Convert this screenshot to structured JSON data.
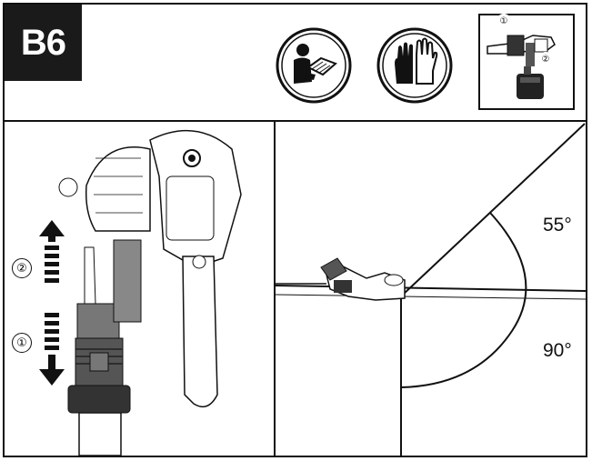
{
  "header": {
    "step_label": "B6",
    "icons": [
      {
        "name": "read-manual-icon"
      },
      {
        "name": "wear-gloves-icon"
      }
    ],
    "thumbnail": {
      "markers": [
        "①",
        "②"
      ]
    }
  },
  "left_panel": {
    "arrow_up_label": "②",
    "arrow_down_label": "①"
  },
  "right_panel": {
    "angle_top": "55°",
    "angle_bottom": "90°"
  }
}
